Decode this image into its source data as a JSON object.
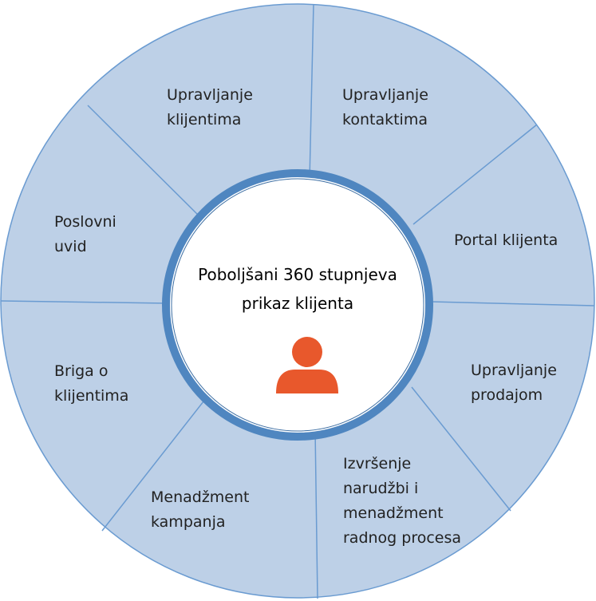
{
  "diagram": {
    "center": {
      "title_line1": "Poboljšani 360 stupnjeva",
      "title_line2": "prikaz klijenta",
      "icon": "person-icon"
    },
    "segments": [
      {
        "id": "upravljanje-klijentima",
        "lines": [
          "Upravljanje",
          "klijentima"
        ]
      },
      {
        "id": "upravljanje-kontaktima",
        "lines": [
          "Upravljanje",
          "kontaktima"
        ]
      },
      {
        "id": "portal-klijenta",
        "lines": [
          "Portal klijenta"
        ]
      },
      {
        "id": "upravljanje-prodajom",
        "lines": [
          "Upravljanje",
          "prodajom"
        ]
      },
      {
        "id": "izvrsenje-narudzbi",
        "lines": [
          "Izvršenje",
          "narudžbi i",
          "menadžment",
          "radnog procesa"
        ]
      },
      {
        "id": "menadzment-kampanja",
        "lines": [
          "Menadžment",
          "kampanja"
        ]
      },
      {
        "id": "briga-o-klijentima",
        "lines": [
          "Briga o",
          "klijentima"
        ]
      },
      {
        "id": "poslovni-uvid",
        "lines": [
          "Poslovni",
          "uvid"
        ]
      }
    ]
  },
  "colors": {
    "segment_fill": "#bdd0e7",
    "segment_stroke": "#6a9bd1",
    "center_ring": "#4f86c0",
    "center_fill": "#ffffff",
    "icon_fill": "#e8582c"
  }
}
